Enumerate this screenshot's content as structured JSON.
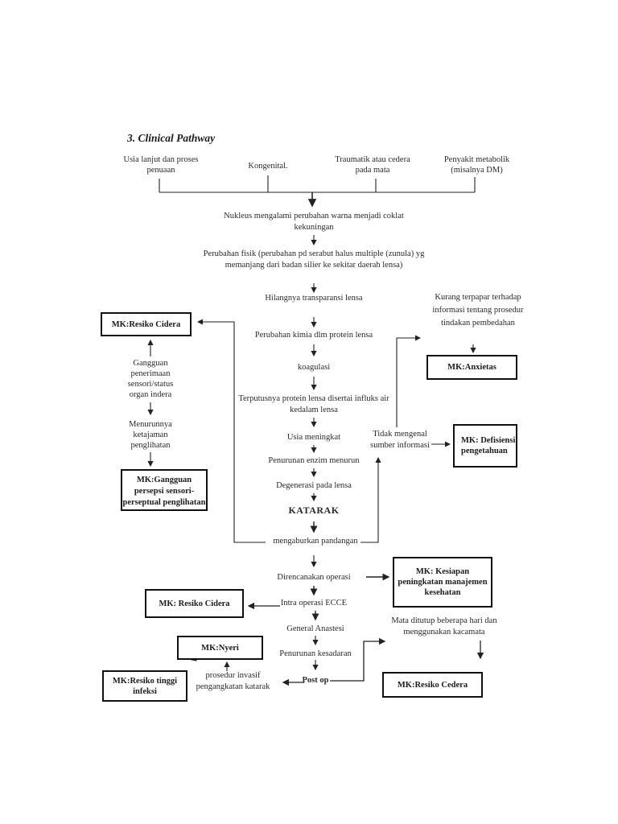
{
  "title": "3. Clinical Pathway",
  "causes": {
    "c1": "Usia lanjut dan proses penuaan",
    "c2": "Kongenital.",
    "c3": "Traumatik atau cedera pada mata",
    "c4": "Penyakit metabolik (misalnya DM)"
  },
  "chain": {
    "nukleus": "Nukleus  mengalami perubahan warna menjadi coklat kekuningan",
    "perubahan_fisik": "Perubahan fisik (perubahan pd serabut halus multiple (zunula) yg memanjang dari badan silier ke sekitar daerah lensa)",
    "hilangnya": "Hilangnya transparansi lensa",
    "kimia": "Perubahan kimia dlm protein lensa",
    "koagulasi": "koagulasi",
    "terputusnya": "Terputusnya protein lensa disertai influks air kedalam lensa",
    "usia": "Usia meningkat",
    "enzim": "Penurunan enzim menurun",
    "degenerasi": "Degenerasi pada lensa",
    "katarak": "KATARAK",
    "mengaburkan": "mengaburkan pandangan",
    "operasi": "Direncanakan operasi",
    "intra": "Intra operasi ECCE",
    "anastesi": "General Anastesi",
    "kesadaran": "Penurunan kesadaran",
    "postop": "Post op"
  },
  "left_branch": {
    "gangguan": "Gangguan penerimaan sensori/status organ indera",
    "menurunnya": "Menurunnya ketajaman penglihatan",
    "prosedur": "prosedur invasif pengangkatan katarak"
  },
  "right_branch": {
    "kurang": "Kurang terpapar terhadap informasi tentang prosedur tindakan pembedahan",
    "tidak": "Tidak mengenal sumber informasi",
    "mata": "Mata ditutup beberapa hari dan menggunakan kacamata"
  },
  "boxes": {
    "resiko_cidera_1": "MK:Resiko Cidera",
    "gangguan_persepsi": "MK:Gangguan persepsi sensori-perseptual penglihatan",
    "anxietas": "MK:Anxietas",
    "defisiensi": "MK: Defisiensi pengetahuan",
    "kesiapan": "MK: Kesiapan peningkatan manajemen kesehatan",
    "resiko_cidera_2": "MK: Resiko Cidera",
    "nyeri": "MK:Nyeri",
    "resiko_tinggi": "MK:Resiko tinggi infeksi",
    "resiko_cedera_3": "MK:Resiko Cedera"
  },
  "colors": {
    "ink": "#222222",
    "page_bg": "#ffffff"
  }
}
